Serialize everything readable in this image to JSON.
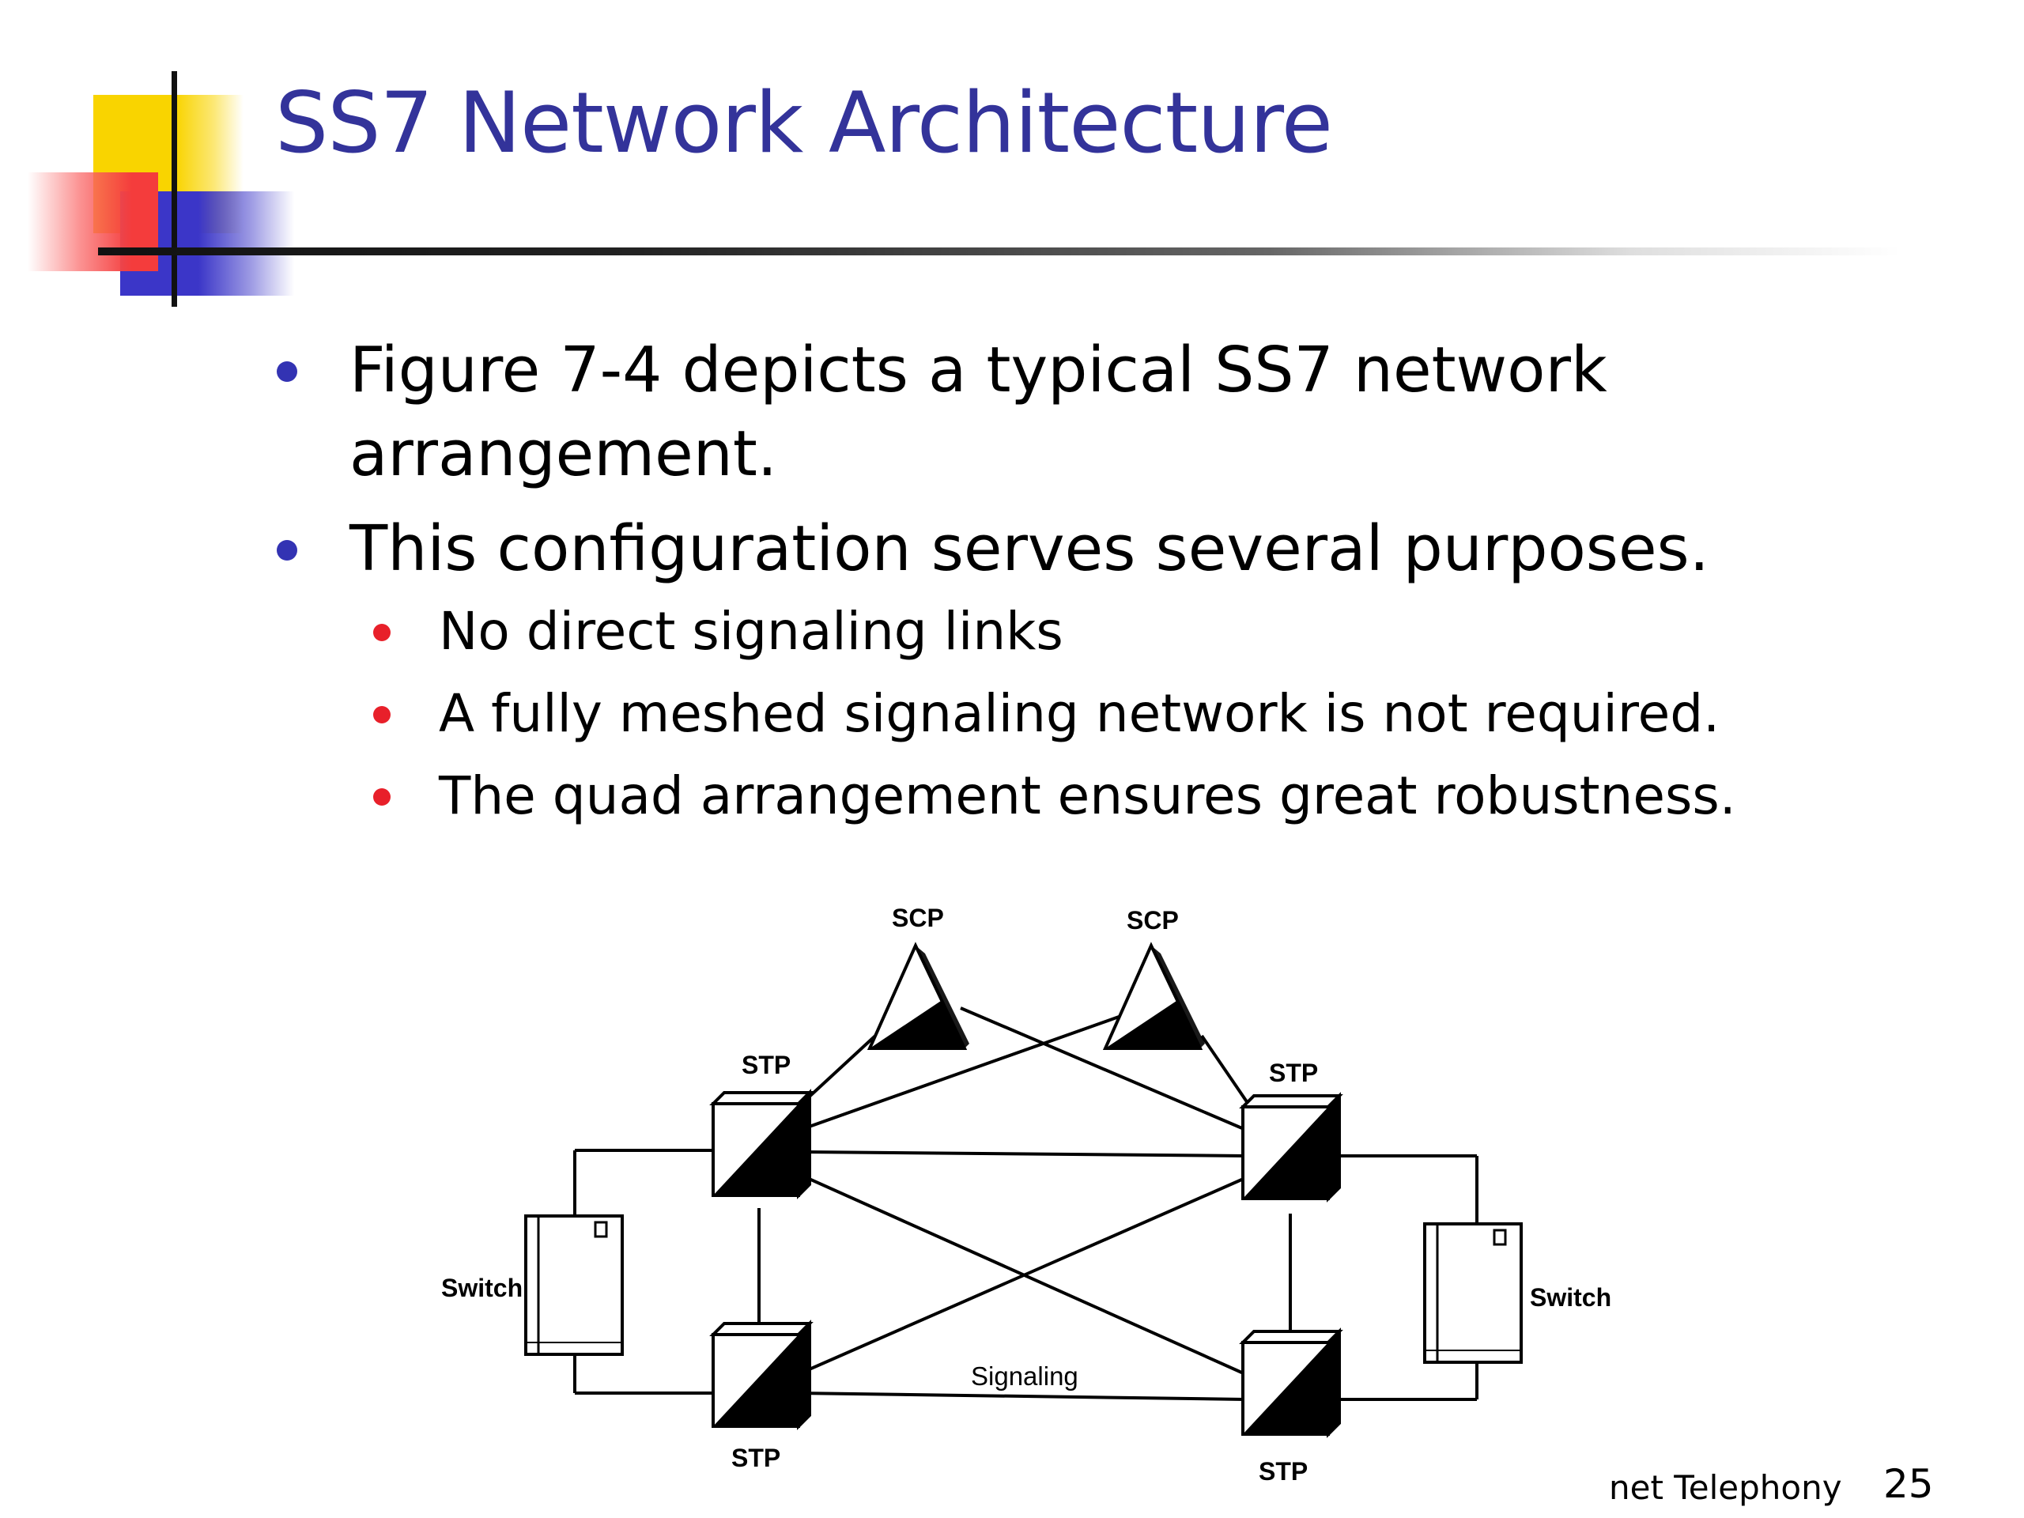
{
  "slide": {
    "title": "SS7 Network Architecture",
    "bullets": [
      {
        "text": "Figure 7-4 depicts a typical SS7 network arrangement.",
        "line1": "Figure 7-4 depicts a typical SS7 network",
        "line2": "arrangement."
      },
      {
        "text": "This configuration serves several purposes.",
        "sub_bullets": [
          "No direct signaling links",
          "A fully meshed signaling network is not required.",
          "The quad arrangement ensures great robustness."
        ]
      }
    ],
    "footer": "net Telephony",
    "page_number": "25",
    "colors": {
      "title": "#33339a",
      "bullet_level1": "#3333b3",
      "bullet_level2": "#e8202a",
      "deco_yellow": "#f9d400",
      "deco_blue": "#3b36c8",
      "deco_red": "#f43c3c"
    }
  },
  "figure": {
    "labels": {
      "scp_left": "SCP",
      "scp_right": "SCP",
      "stp_top_left": "STP",
      "stp_top_right": "STP",
      "stp_bottom_left": "STP",
      "stp_bottom_right": "STP",
      "switch_left": "Switch",
      "switch_right": "Switch",
      "link_label": "Signaling"
    }
  }
}
